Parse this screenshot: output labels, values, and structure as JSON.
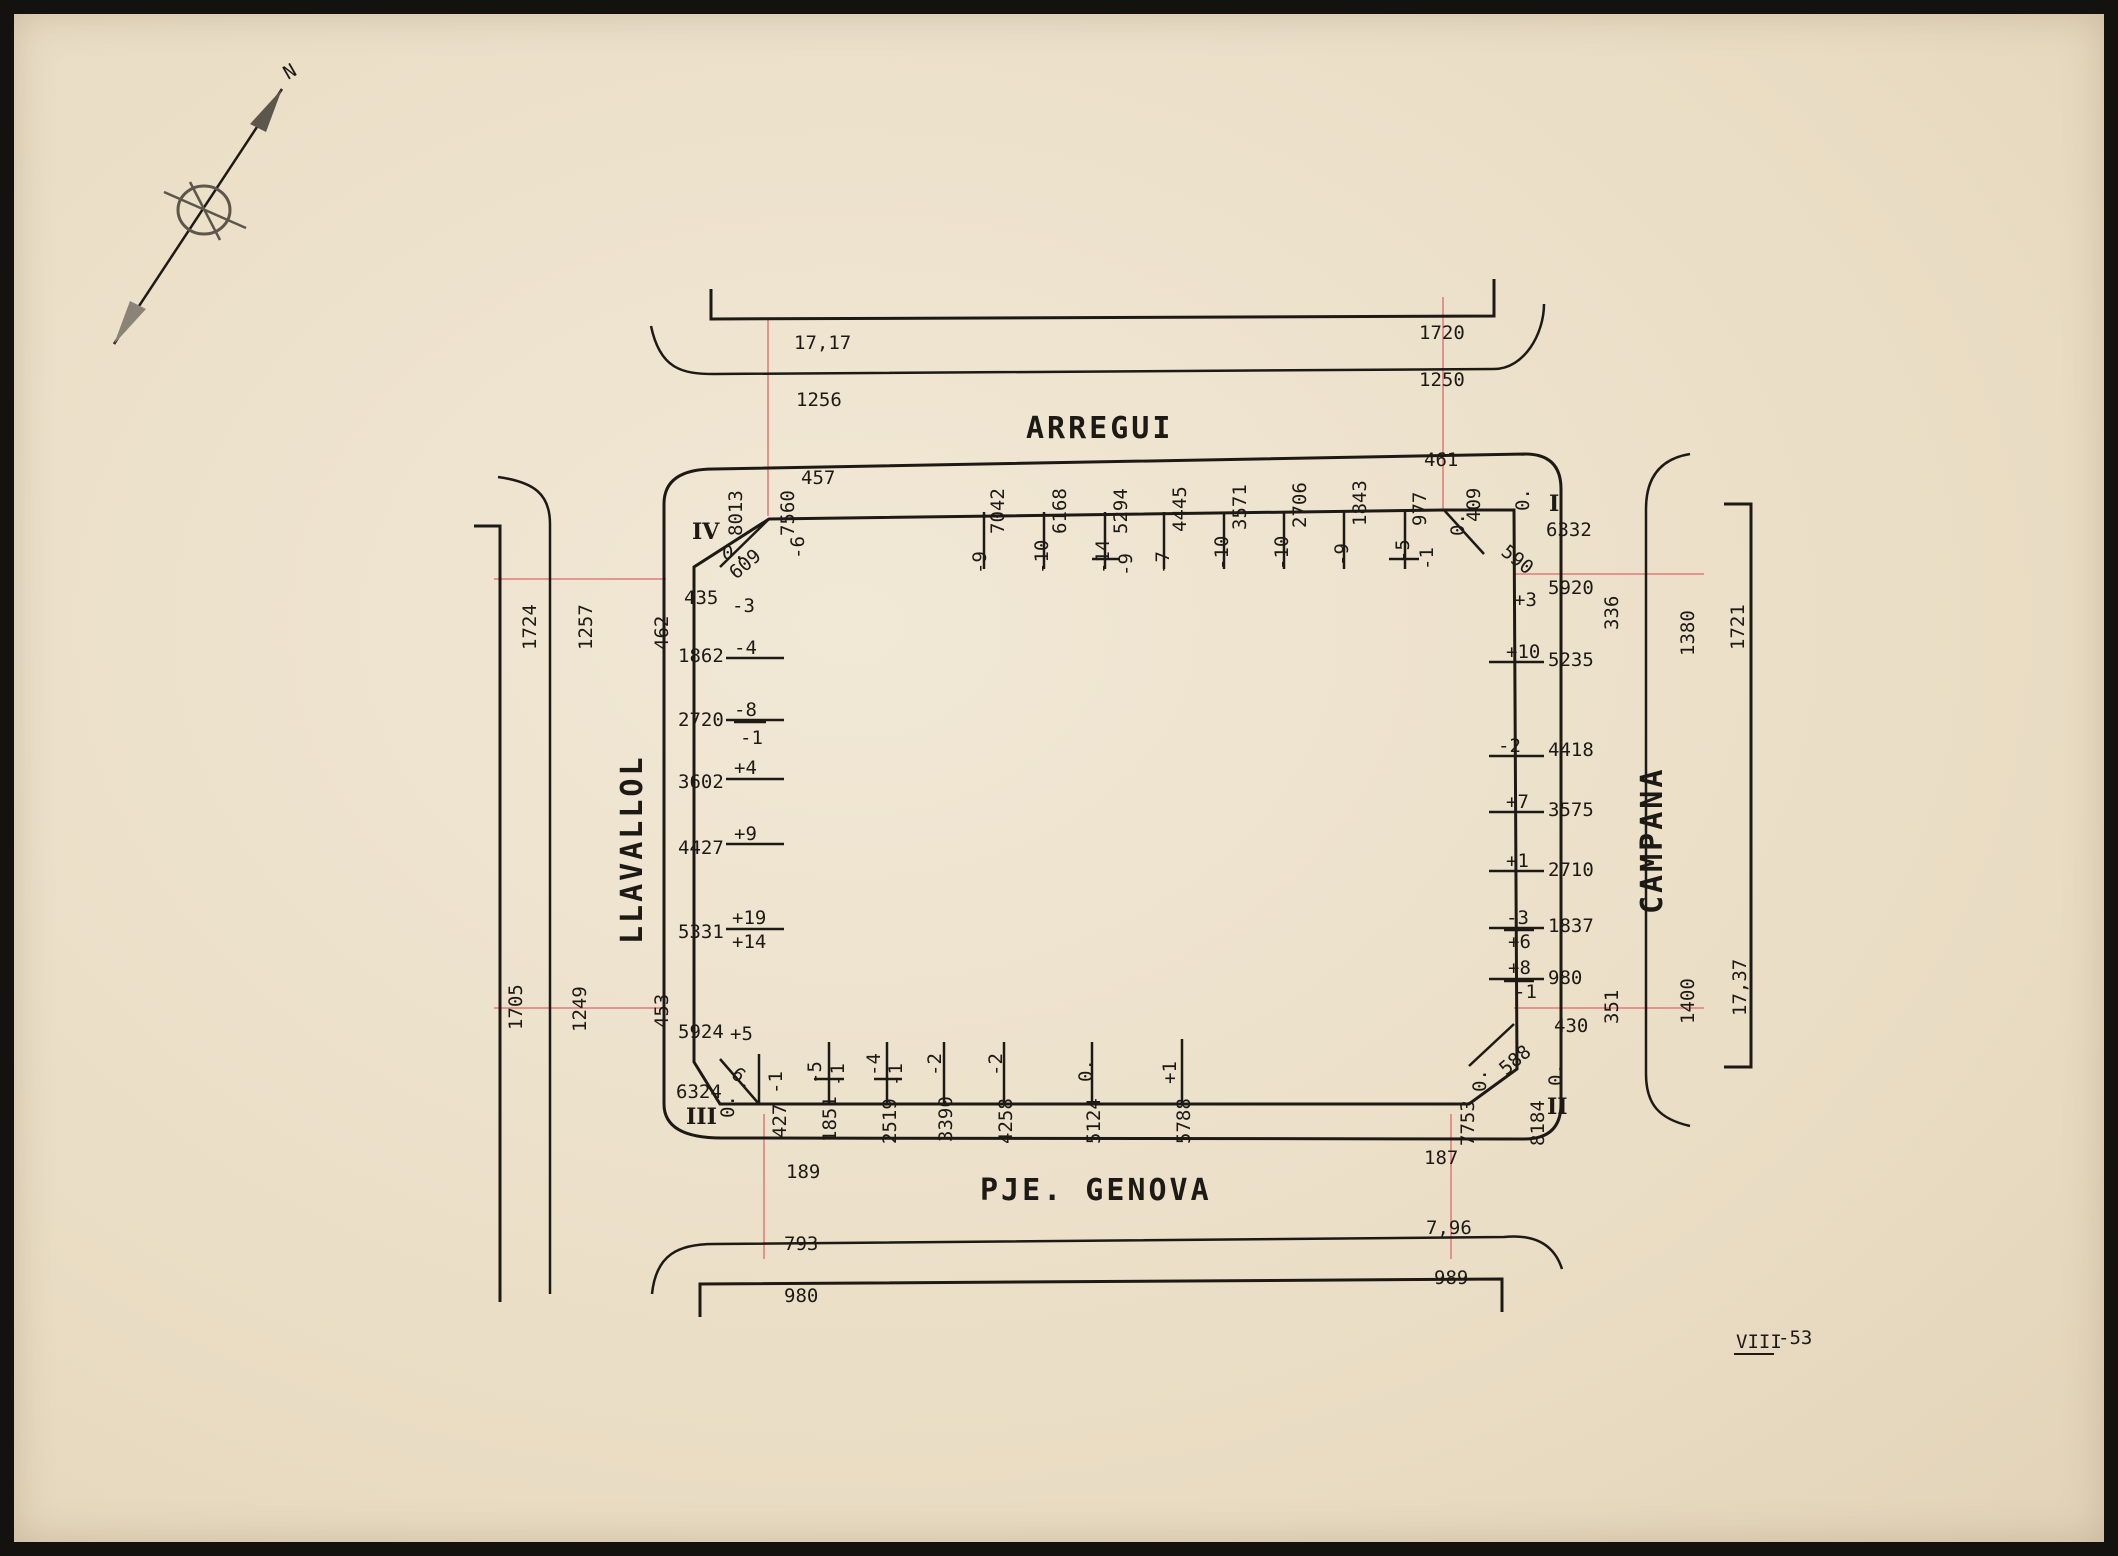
{
  "streets": {
    "north": "ARREGUI",
    "south": "PJE. GENOVA",
    "west": "LLAVALLOL",
    "east": "CAMPANA"
  },
  "compass": {
    "label": "N"
  },
  "corners": {
    "I": "I",
    "II": "II",
    "III": "III",
    "IV": "IV"
  },
  "footer": {
    "date": "-53",
    "month": "VIII"
  },
  "north_side": {
    "street_top": [
      "17,17",
      "1720"
    ],
    "street_mid": [
      "1256",
      "1250"
    ],
    "edge": [
      "457",
      "461"
    ],
    "stations": [
      "7042",
      "6168",
      "5294",
      "4445",
      "3571",
      "2706",
      "1843",
      "977",
      "409"
    ],
    "deltas": [
      "-9",
      "-10",
      "-14",
      "-9",
      "-7",
      "-10",
      "-10",
      "-9",
      "-5",
      "-1"
    ],
    "corner_iv": [
      "8013",
      "7560",
      "609",
      "-6",
      "0."
    ],
    "corner_i": [
      "6332",
      "590",
      "0.",
      "0."
    ]
  },
  "south_side": {
    "edge": [
      "189",
      "187"
    ],
    "street_mid": [
      "793",
      "7,96"
    ],
    "street_bot": [
      "980",
      "989"
    ],
    "stations": [
      "427",
      "1851",
      "2519",
      "3390",
      "4258",
      "5124",
      "5788",
      "7753"
    ],
    "deltas": [
      "-1",
      "-5",
      "-1",
      "-4",
      "-1",
      "-2",
      "-2",
      "0.",
      "+1"
    ],
    "corner_iii": [
      "6324",
      "6.",
      "0."
    ],
    "corner_ii": [
      "8184",
      "588",
      "0.",
      "0."
    ]
  },
  "west_side": {
    "street": [
      "1724",
      "1257",
      "1705",
      "1249"
    ],
    "edge": [
      "462",
      "453"
    ],
    "stations": [
      "435",
      "1862",
      "2720",
      "3602",
      "4427",
      "5331",
      "5924"
    ],
    "deltas": [
      "-3",
      "-4",
      "-8",
      "-1",
      "+4",
      "+9",
      "+19",
      "+14",
      "+5"
    ]
  },
  "east_side": {
    "street": [
      "1380",
      "1721",
      "1400",
      "17,37"
    ],
    "edge": [
      "336",
      "351"
    ],
    "stations": [
      "5920",
      "5235",
      "4418",
      "3575",
      "2710",
      "1837",
      "980",
      "430"
    ],
    "deltas": [
      "+3",
      "+10",
      "-2",
      "+7",
      "+1",
      "-3",
      "+6",
      "+8",
      "-1"
    ]
  }
}
